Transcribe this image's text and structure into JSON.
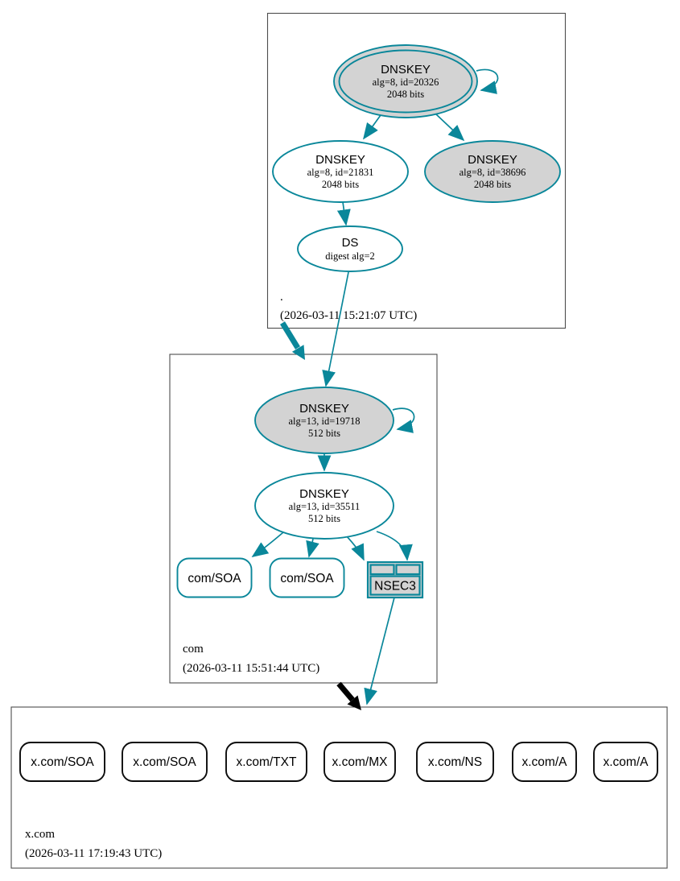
{
  "colors": {
    "secure": "#0a879a",
    "node_fill": "#d3d3d3",
    "delegation_black": "#000000",
    "box_border": "#4d4d4d"
  },
  "zones": {
    "root": {
      "label": ".",
      "timestamp": "(2026-03-11 15:21:07 UTC)"
    },
    "com": {
      "label": "com",
      "timestamp": "(2026-03-11 15:51:44 UTC)"
    },
    "xcom": {
      "label": "x.com",
      "timestamp": "(2026-03-11 17:19:43 UTC)"
    }
  },
  "nodes": {
    "root_ksk": {
      "title": "DNSKEY",
      "line1": "alg=8, id=20326",
      "line2": "2048 bits"
    },
    "root_zsk": {
      "title": "DNSKEY",
      "line1": "alg=8, id=21831",
      "line2": "2048 bits"
    },
    "root_ksk2": {
      "title": "DNSKEY",
      "line1": "alg=8, id=38696",
      "line2": "2048 bits"
    },
    "root_ds": {
      "title": "DS",
      "line1": "digest alg=2"
    },
    "com_ksk": {
      "title": "DNSKEY",
      "line1": "alg=13, id=19718",
      "line2": "512 bits"
    },
    "com_zsk": {
      "title": "DNSKEY",
      "line1": "alg=13, id=35511",
      "line2": "512 bits"
    },
    "com_soa1": {
      "title": "com/SOA"
    },
    "com_soa2": {
      "title": "com/SOA"
    },
    "nsec3": {
      "title": "NSEC3"
    },
    "xcom_rrsets": [
      {
        "title": "x.com/SOA"
      },
      {
        "title": "x.com/SOA"
      },
      {
        "title": "x.com/TXT"
      },
      {
        "title": "x.com/MX"
      },
      {
        "title": "x.com/NS"
      },
      {
        "title": "x.com/A"
      },
      {
        "title": "x.com/A"
      }
    ]
  }
}
